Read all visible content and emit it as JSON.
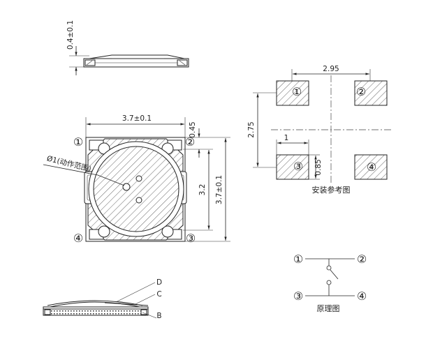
{
  "side_view": {
    "thickness_dim": "0.4±0.1"
  },
  "top_view": {
    "width_dim": "3.7±0.1",
    "height_dim": "3.7±0.1",
    "inner_dim": "3.2",
    "pin_dim": "0.45",
    "actuation_label": "Ø1(动作范围)",
    "pins": [
      "①",
      "②",
      "③",
      "④"
    ]
  },
  "footprint": {
    "width_dim": "2.95",
    "height_dim": "2.75",
    "pad_width_dim": "1",
    "pad_height_dim": "0.85",
    "pads": [
      "①",
      "②",
      "③",
      "④"
    ],
    "caption": "安装参考图"
  },
  "schematic": {
    "terminals": [
      "①",
      "②",
      "③",
      "④"
    ],
    "caption": "原理图"
  },
  "cross_section": {
    "labels": [
      "D",
      "C",
      "B"
    ]
  }
}
